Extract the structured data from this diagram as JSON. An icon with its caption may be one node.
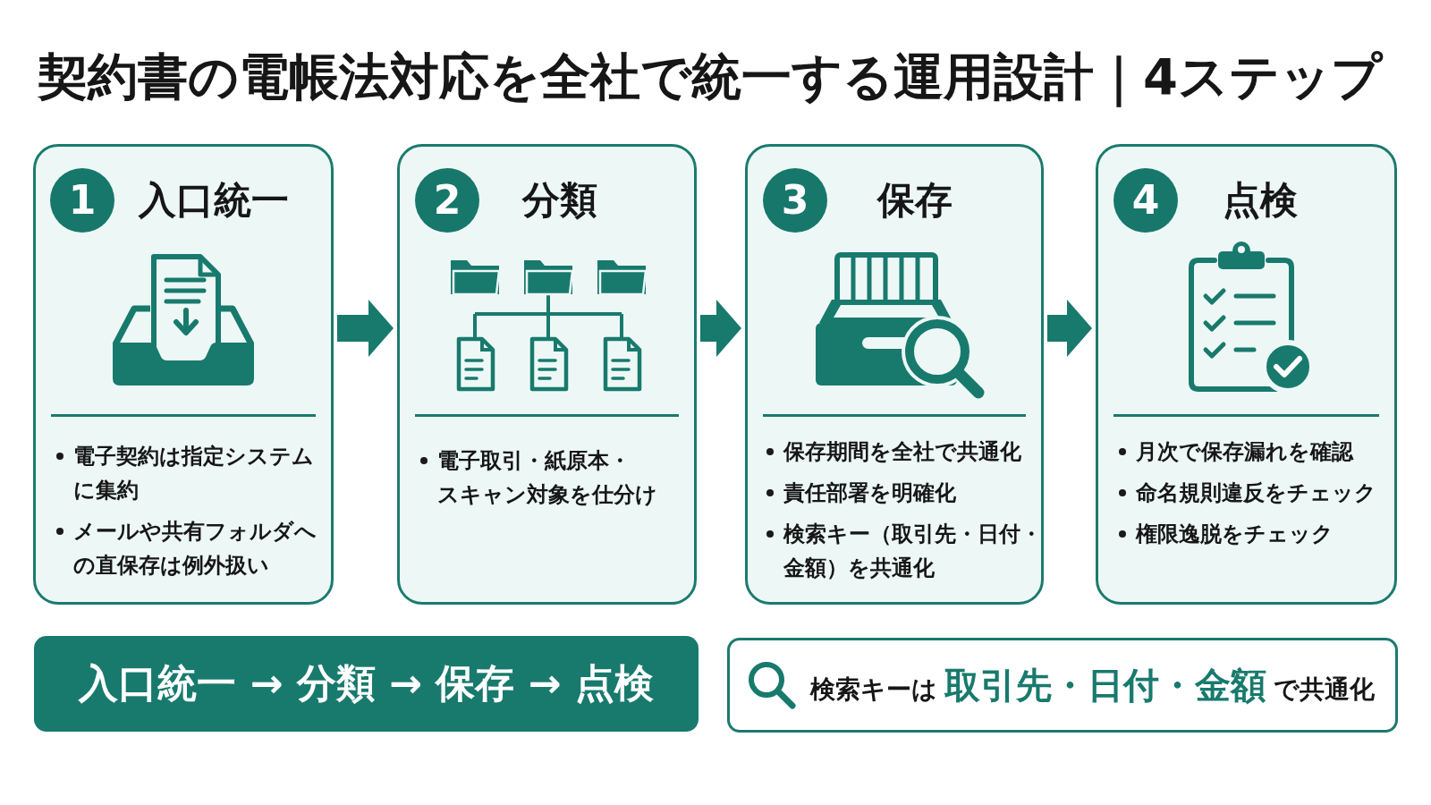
{
  "diagram": {
    "title": "契約書の電帳法対応を全社で統一する運用設計｜4ステップ",
    "nodes": [
      {
        "text": [
          "入口統一",
          "電子契約は指定システムに集約",
          "メールや共有フォルダへの直保存は例外扱い"
        ]
      },
      {
        "text": [
          "1"
        ],
        "in": 0
      },
      {
        "text": [
          "分類",
          "電子取引・紙原本・スキャン対象を仕分け"
        ]
      },
      {
        "text": [
          "2"
        ],
        "in": 2
      },
      {
        "text": [
          "保存",
          "保存期間を全社で共通化",
          "責任部署を明確化",
          "検索キー（取引先・日付・金額）を共通化"
        ]
      },
      {
        "text": [
          "3"
        ],
        "in": 4
      },
      {
        "text": [
          "点検",
          "月次で保存漏れを確認",
          "命名規則違反をチェック",
          "権限逸脱をチェック"
        ]
      },
      {
        "text": [
          "4"
        ],
        "in": 6
      },
      {
        "text": [
          "入口統一 → 分類 → 保存 → 点検"
        ]
      },
      {
        "text": [
          "検索キーは**取引先・日付・金額**で共通化"
        ]
      }
    ],
    "edges": [
      {
        "from": 0,
        "to": 2,
        "arrow": "to"
      },
      {
        "from": 2,
        "to": 4,
        "arrow": "to"
      },
      {
        "from": 4,
        "to": 6,
        "arrow": "to"
      }
    ]
  }
}
